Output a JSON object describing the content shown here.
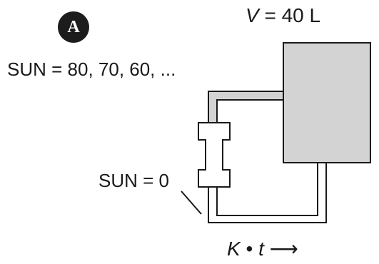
{
  "panel_label": "A",
  "volume": {
    "symbol": "V",
    "equals": "=",
    "value": "40 L"
  },
  "sun_sequence": "SUN = 80, 70, 60, ...",
  "sun_start": "SUN = 0",
  "flow": {
    "k": "K",
    "dot": "•",
    "t": "t",
    "arrow": "⟶"
  },
  "colors": {
    "tank_fill": "#d3d3d3",
    "stroke": "#1a1a1a",
    "badge": "#1c1c1c"
  }
}
